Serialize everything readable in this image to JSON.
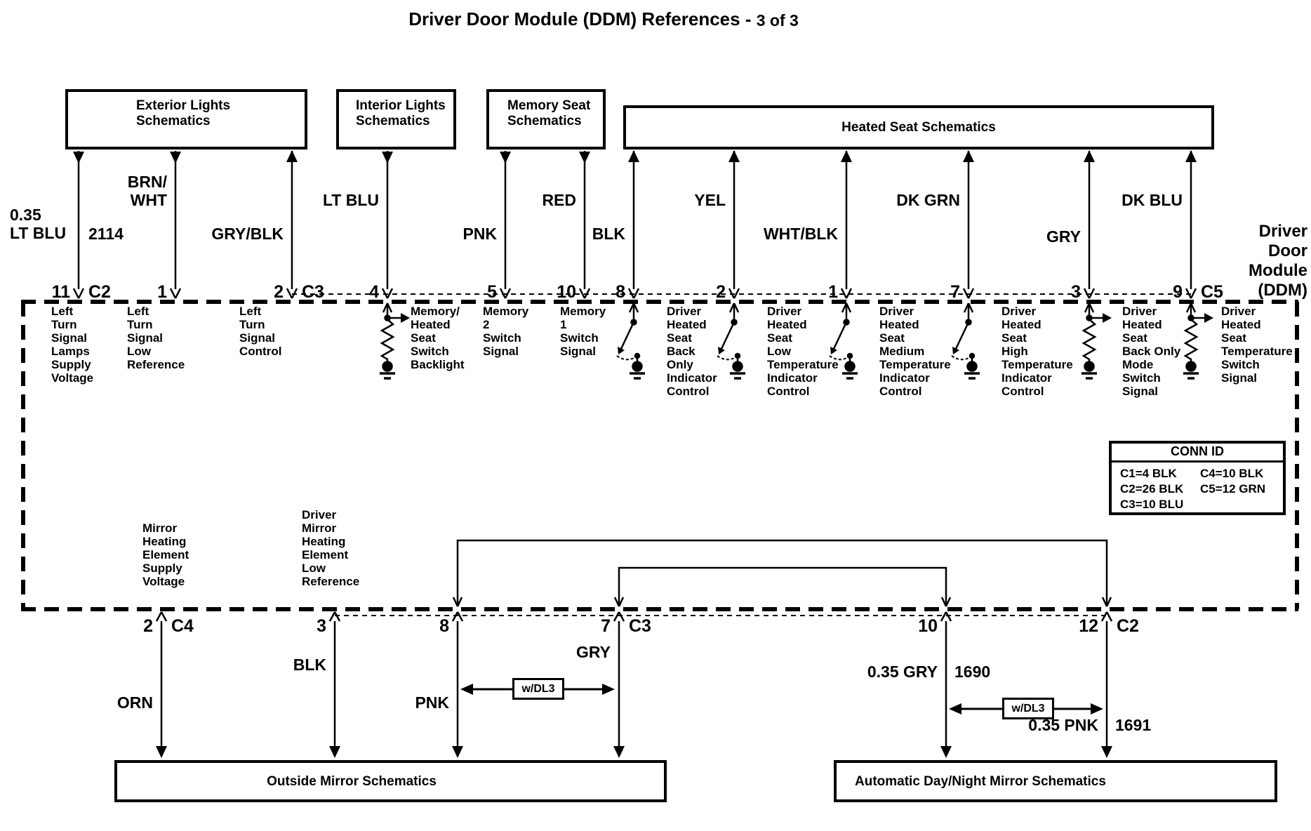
{
  "title": {
    "main": "Driver Door Module (DDM) References -",
    "page": "3 of 3"
  },
  "module": {
    "name": "Driver\nDoor\nModule\n(DDM)"
  },
  "top_boxes": [
    {
      "label": "Exterior Lights\nSchematics"
    },
    {
      "label": "Interior Lights\nSchematics"
    },
    {
      "label": "Memory Seat\nSchematics"
    },
    {
      "label": "Heated Seat Schematics"
    }
  ],
  "bottom_boxes": [
    {
      "label": "Outside Mirror Schematics"
    },
    {
      "label": "Automatic Day/Night Mirror Schematics"
    }
  ],
  "conn_id": {
    "title": "CONN ID",
    "col1": "C1=4 BLK\nC2=26 BLK\nC3=10 BLU",
    "col2": "C4=10 BLK\nC5=12 GRN"
  },
  "top_pins": [
    {
      "number": "11",
      "conn": "C2",
      "wire_color": "0.35\nLT BLU",
      "circuit": "2114",
      "description": "Left\nTurn\nSignal\nLamps\nSupply\nVoltage"
    },
    {
      "number": "1",
      "wire_color": "BRN/\nWHT",
      "description": "Left\nTurn\nSignal\nLow\nReference"
    },
    {
      "number": "2",
      "conn": "C3",
      "wire_color": "GRY/BLK",
      "description": "Left\nTurn\nSignal\nControl"
    },
    {
      "number": "4",
      "wire_color": "LT BLU",
      "description": "Memory/\nHeated\nSeat\nSwitch\nBacklight"
    },
    {
      "number": "5",
      "wire_color": "PNK",
      "description": "Memory\n2\nSwitch\nSignal"
    },
    {
      "number": "10",
      "wire_color": "RED",
      "description": "Memory\n1\nSwitch\nSignal"
    },
    {
      "number": "8",
      "wire_color": "BLK",
      "description": "Driver\nHeated\nSeat\nBack\nOnly\nIndicator\nControl"
    },
    {
      "number": "2",
      "wire_color": "YEL",
      "description": "Driver\nHeated\nSeat\nLow\nTemperature\nIndicator\nControl"
    },
    {
      "number": "1",
      "wire_color": "WHT/BLK",
      "description": "Driver\nHeated\nSeat\nMedium\nTemperature\nIndicator\nControl"
    },
    {
      "number": "7",
      "wire_color": "DK GRN",
      "description": "Driver\nHeated\nSeat\nHigh\nTemperature\nIndicator\nControl"
    },
    {
      "number": "3",
      "wire_color": "GRY",
      "description": "Driver\nHeated\nSeat\nBack Only\nMode\nSwitch\nSignal"
    },
    {
      "number": "9",
      "conn": "C5",
      "wire_color": "DK BLU",
      "description": "Driver\nHeated\nSeat\nTemperature\nSwitch\nSignal"
    }
  ],
  "bottom_pins": [
    {
      "number": "2",
      "conn": "C4",
      "wire_color": "ORN",
      "description": "Mirror\nHeating\nElement\nSupply\nVoltage"
    },
    {
      "number": "3",
      "wire_color": "BLK",
      "description": "Driver\nMirror\nHeating\nElement\nLow\nReference"
    },
    {
      "number": "8",
      "wire_color": "PNK"
    },
    {
      "number": "7",
      "conn": "C3",
      "wire_color": "GRY"
    },
    {
      "number": "10",
      "wire_color": "0.35 GRY",
      "circuit": "1690"
    },
    {
      "number": "12",
      "conn": "C2",
      "wire_color": "0.35 PNK",
      "circuit": "1691"
    }
  ],
  "options": {
    "tag1": "w/DL3",
    "tag2": "w/DL3"
  },
  "colors": {
    "ink": "#000000",
    "background": "#ffffff"
  }
}
